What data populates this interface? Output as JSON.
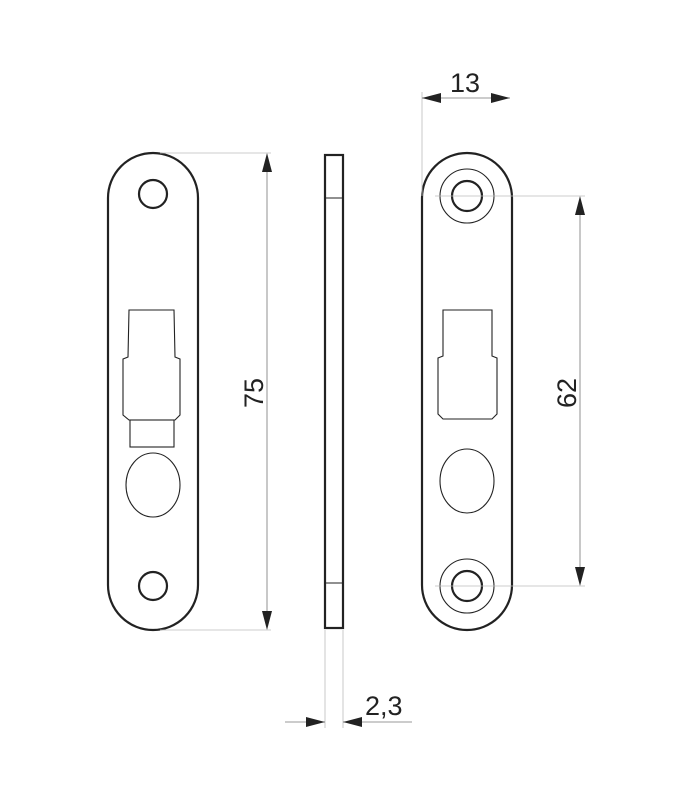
{
  "drawing": {
    "dimensions": {
      "length": "75",
      "hole_spacing": "62",
      "width": "13",
      "thickness": "2,3"
    },
    "colors": {
      "line": "#222222",
      "dimension": "#777777"
    }
  }
}
